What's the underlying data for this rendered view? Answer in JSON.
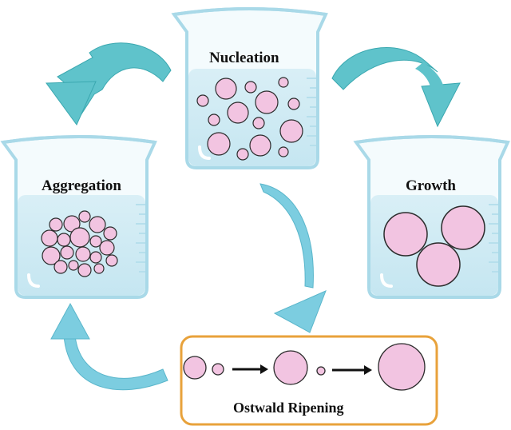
{
  "labels": {
    "nucleation": "Nucleation",
    "aggregation": "Aggregation",
    "growth": "Growth",
    "ostwald": "Ostwald Ripening"
  },
  "colors": {
    "particle_fill": "#f2c4e1",
    "particle_stroke": "#2b2b2b",
    "liquid": "#cde9f3",
    "beaker_stroke": "#a9d9e8",
    "arrow_fill": "#5fc3cb",
    "arrow_alt_fill": "#7ccde0",
    "ostwald_border": "#e8a23b"
  },
  "icons": {
    "cycle_arrows": "curved-arrow-icon",
    "ripening_arrows": "right-arrow-icon"
  }
}
